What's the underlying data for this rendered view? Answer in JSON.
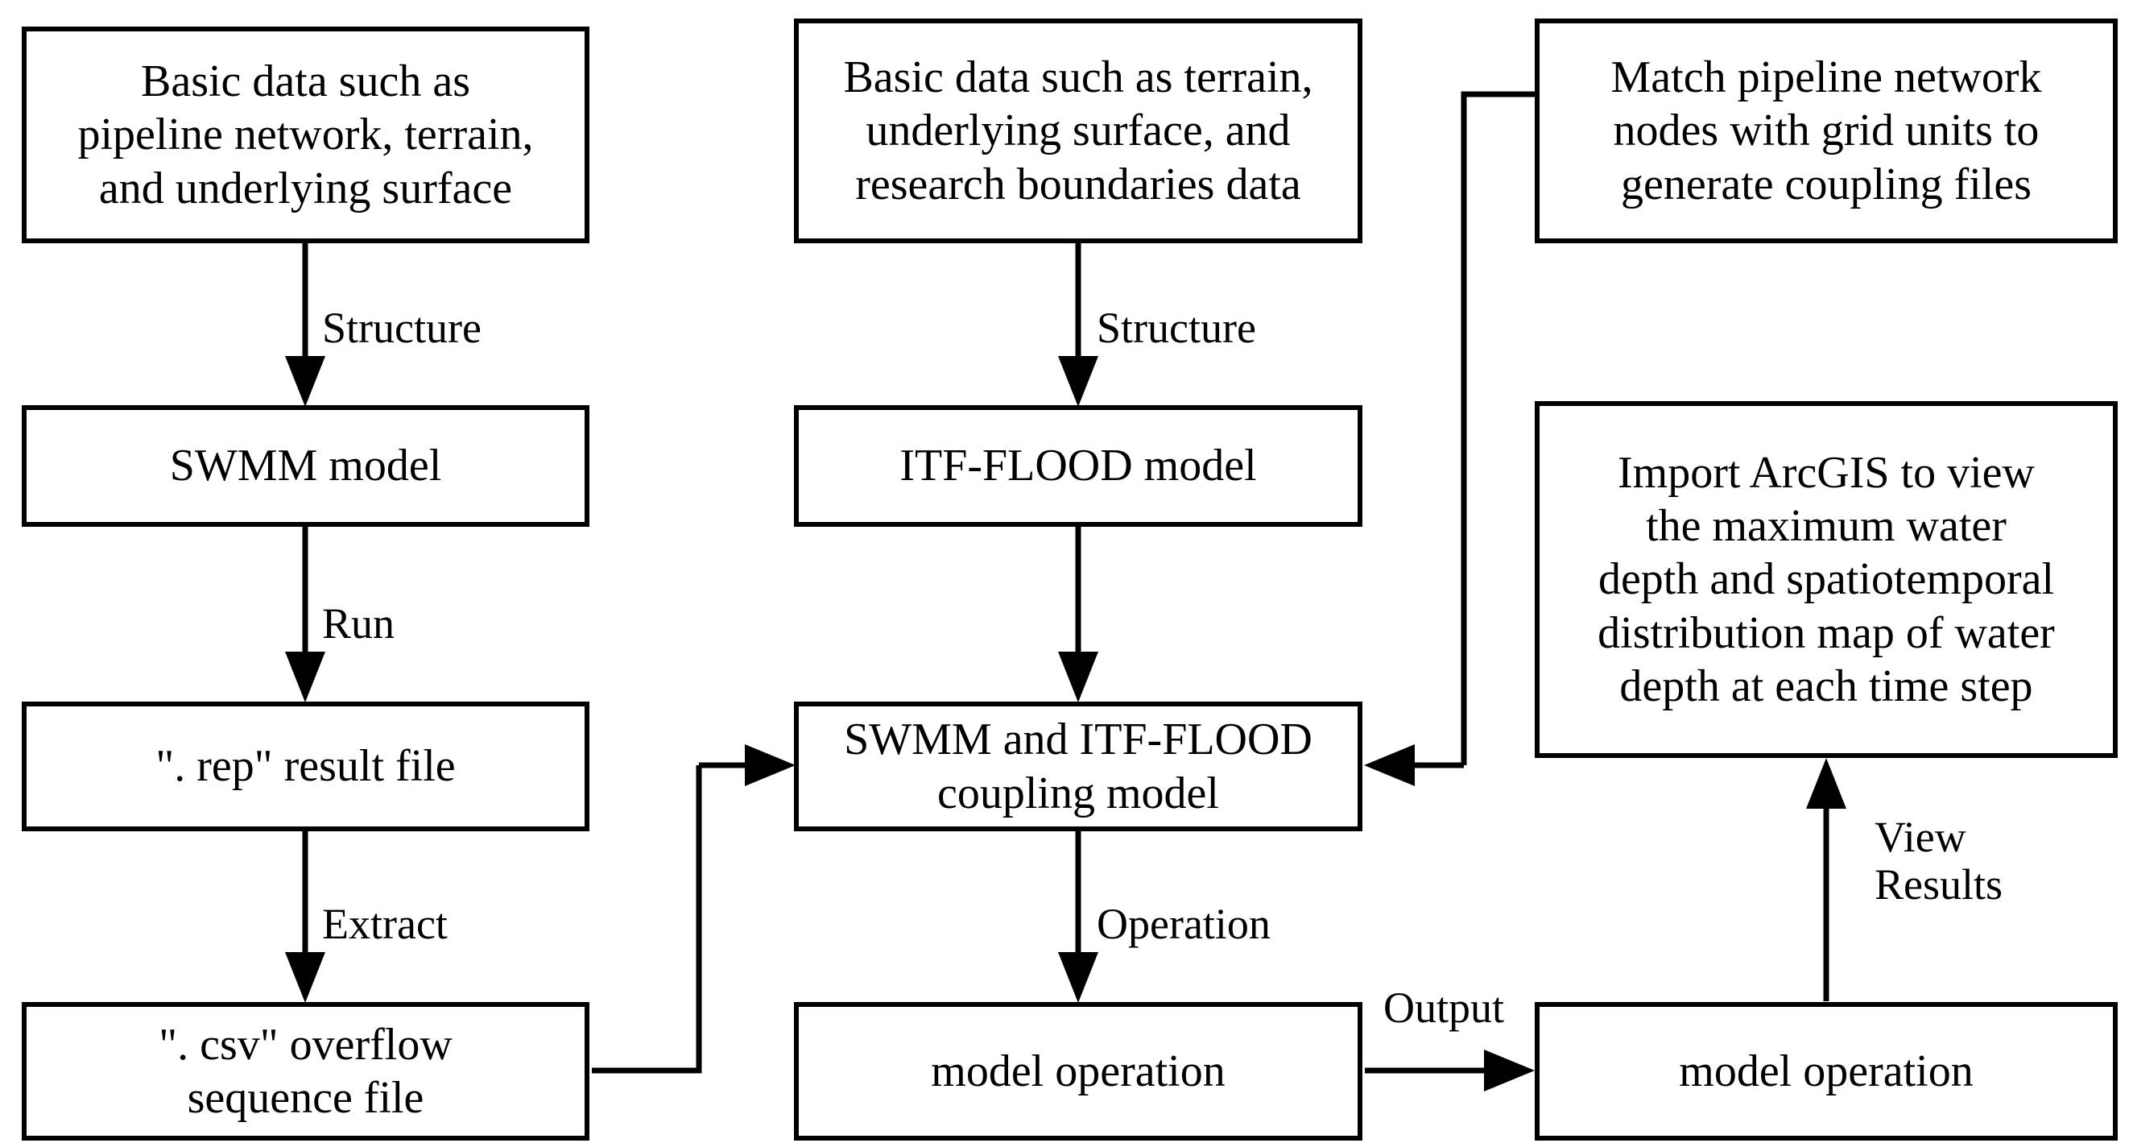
{
  "diagram": {
    "title": "SWMM and ITF-FLOOD coupling model workflow",
    "background_color": "#ffffff",
    "line_color": "#000000",
    "nodes": {
      "left_basic_data": "Basic data such as\npipeline network, terrain,\nand underlying surface",
      "swmm_model": "SWMM model",
      "rep_file": "\". rep\" result file",
      "csv_file": "\". csv\" overflow\nsequence file",
      "mid_basic_data": "Basic data such as terrain,\nunderlying surface, and\nresearch boundaries data",
      "itf_flood_model": "ITF-FLOOD  model",
      "coupling_model": "SWMM and ITF-FLOOD\ncoupling model",
      "mid_model_operation": "model operation",
      "match_nodes": "Match pipeline network\nnodes with grid units to\ngenerate coupling files",
      "arcgis_view": "Import ArcGIS to view\nthe maximum water\ndepth and spatiotemporal\ndistribution map of water\ndepth at each time step",
      "right_model_operation": "model operation"
    },
    "edge_labels": {
      "left_structure": "Structure",
      "left_run": "Run",
      "left_extract": "Extract",
      "mid_structure": "Structure",
      "mid_operation": "Operation",
      "output": "Output",
      "view_results": "View\nResults"
    }
  }
}
